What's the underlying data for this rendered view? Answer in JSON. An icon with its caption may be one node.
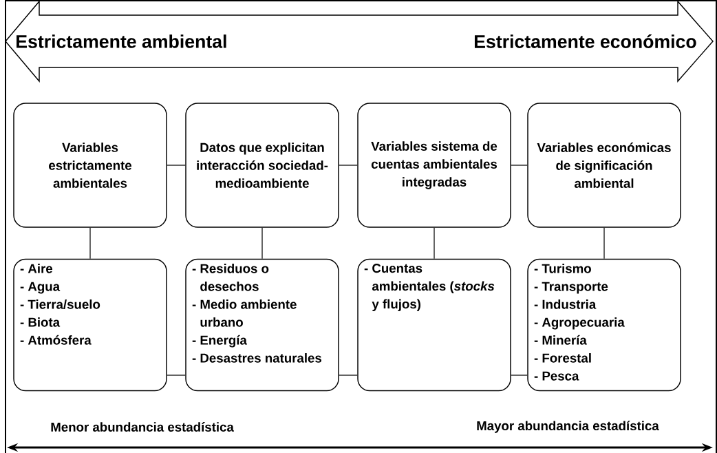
{
  "diagram": {
    "nodes": [
      {
        "text": [
          "Estrictamente ambiental",
          "Estrictamente económico"
        ]
      },
      {
        "text": [
          "Variables estrictamente ambientales"
        ]
      },
      {
        "text": [
          "Datos que explicitan interacción sociedad-medioambiente"
        ]
      },
      {
        "text": [
          "Variables sistema de cuentas ambientales integradas"
        ]
      },
      {
        "text": [
          "Variables económicas de significación ambiental"
        ]
      },
      {
        "text": [
          "- Aire",
          "- Agua",
          "- Tierra/suelo",
          "- Biota",
          "- Atmósfera"
        ]
      },
      {
        "text": [
          "- Residuos o desechos",
          "- Medio ambiente urbano",
          "- Energía",
          "- Desastres naturales"
        ]
      },
      {
        "text": [
          "- Cuentas ambientales (*stocks* y flujos)"
        ]
      },
      {
        "text": [
          "- Turismo",
          "- Transporte",
          "- Industria",
          "- Agropecuaria",
          "- Minería",
          "- Forestal",
          "- Pesca"
        ]
      }
    ],
    "edges": [
      {
        "from": 1,
        "to": 2,
        "arrow": "none"
      },
      {
        "from": 2,
        "to": 3,
        "arrow": "none"
      },
      {
        "from": 3,
        "to": 4,
        "arrow": "none"
      },
      {
        "from": 1,
        "to": 5,
        "arrow": "none"
      },
      {
        "from": 2,
        "to": 6,
        "arrow": "none"
      },
      {
        "from": 3,
        "to": 7,
        "arrow": "none"
      },
      {
        "from": 4,
        "to": 8,
        "arrow": "none"
      },
      {
        "from": 5,
        "to": 6,
        "arrow": "none"
      },
      {
        "from": 6,
        "to": 7,
        "arrow": "none"
      },
      {
        "from": 7,
        "to": 8,
        "arrow": "none"
      }
    ],
    "labels": [
      "Menor abundancia estadística",
      "Mayor abundancia estadística"
    ]
  }
}
